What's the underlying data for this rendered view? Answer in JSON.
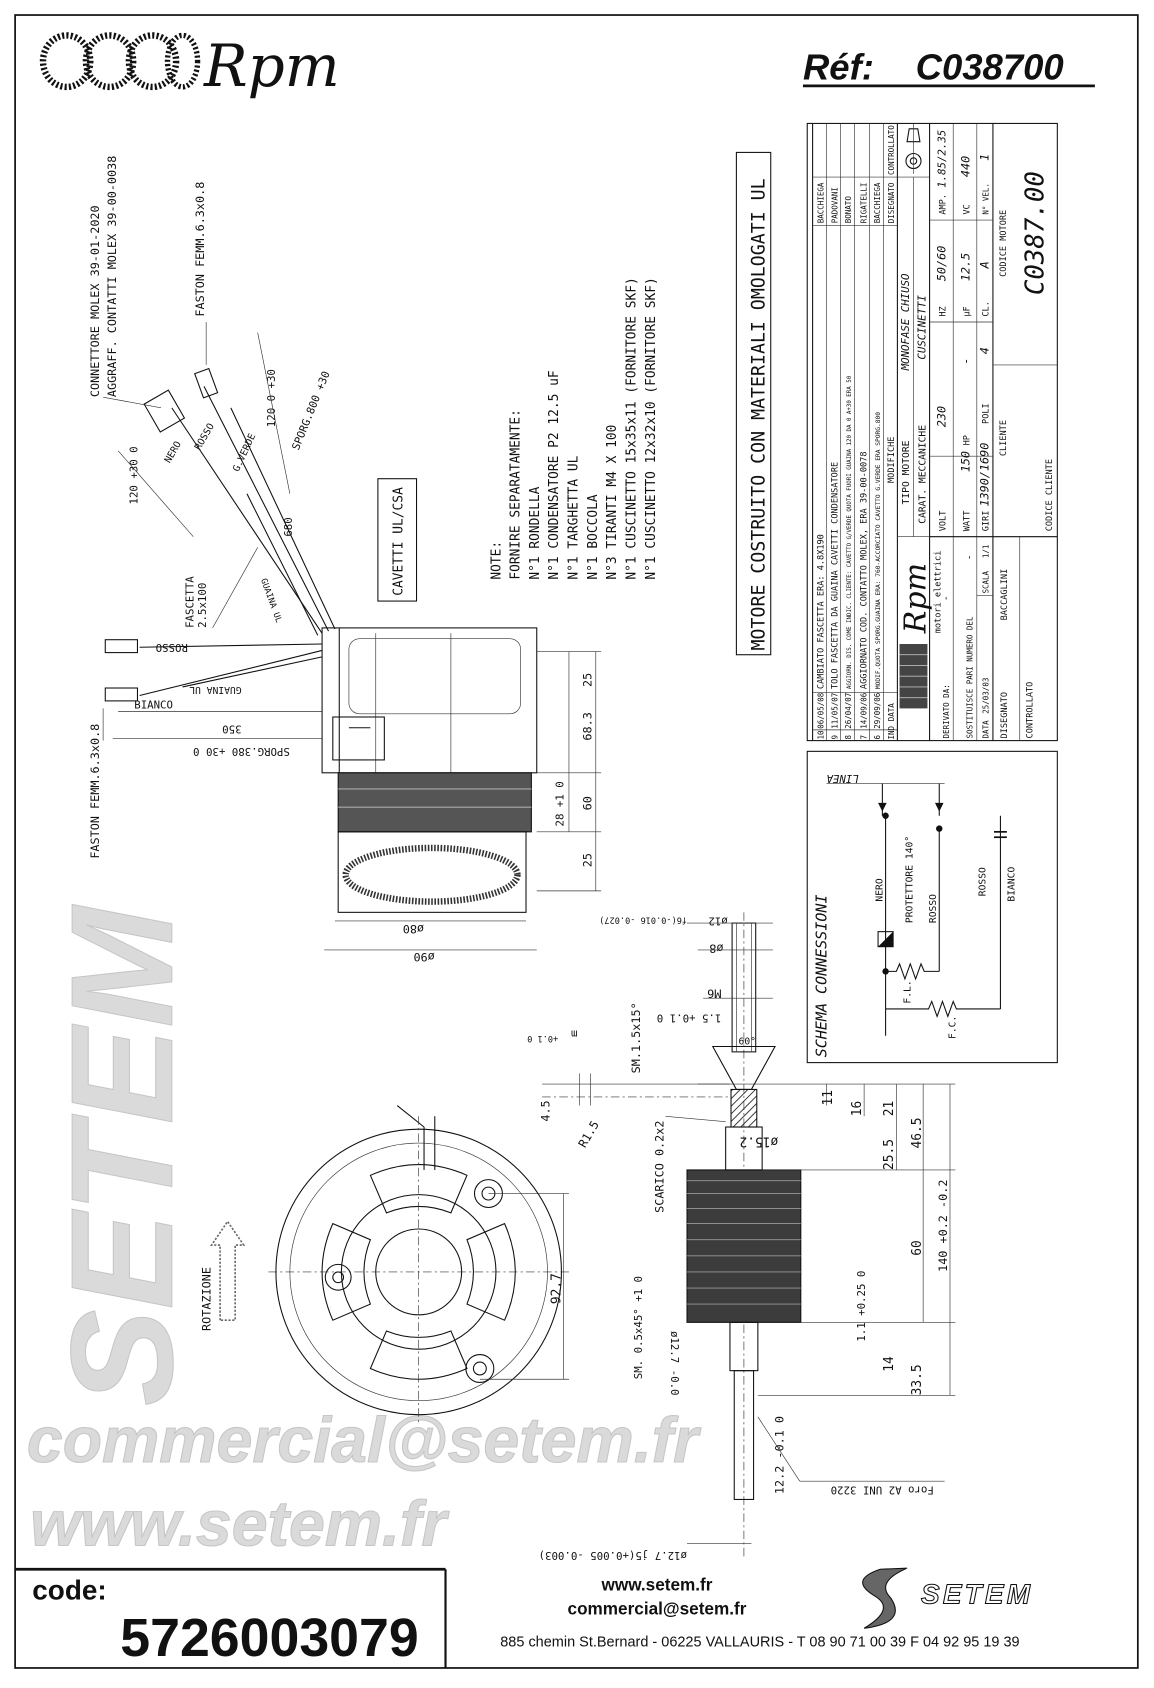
{
  "header": {
    "logo_text": "Rpm",
    "ref_label": "Réf:",
    "ref_code": "C038700"
  },
  "notice": "MOTORE COSTRUITO CON MATERIALI OMOLOGATI UL",
  "cable_box": "CAVETTI UL/CSA",
  "notes": {
    "title": "NOTE:",
    "subtitle": "FORNIRE SEPARATAMENTE:",
    "items": [
      "N°1 RONDELLA",
      "N°1 CONDENSATORE   P2 12.5 uF",
      "N°1 TARGHETTA   UL",
      "N°1 BOCCOLA",
      "N°3 TIRANTI M4 X 100",
      "N°1 CUSCINETTO 15x35x11 (FORNITORE SKF)",
      "N°1 CUSCINETTO 12x32x10 (FORNITORE SKF)"
    ]
  },
  "wiring_labels": {
    "connector": "CONNETTORE MOLEX 39-01-2020",
    "contacts": "AGGRAFF. CONTATTI MOLEX 39-00-0038",
    "faston_top": "FASTON FEMM.6.3x0.8",
    "faston_left": "FASTON FEMM.6.3x0.8",
    "nero": "NERO",
    "rosso": "ROSSO",
    "g_verde": "G.VERDE",
    "rosso2": "ROSSO",
    "bianco": "BIANCO",
    "guaina_ul": "GUAINA UL",
    "guaina_ul2": "GUAINA UL",
    "fascetta": "FASCETTA",
    "fascetta_size": "2.5x100",
    "sporg_800": "SPORG.800 +30",
    "sporg_380": "SPORG.380 +30 0",
    "d120a": "120 +30 0",
    "d120b": "120 0 +30",
    "d680": "680",
    "d350": "350"
  },
  "dimensions": {
    "d25a": "25",
    "d68_3": "68.3",
    "d60a": "60",
    "d28": "28 +1 0",
    "d25b": "25",
    "phi80": "ø80",
    "phi90": "ø90",
    "phi12": "ø12",
    "tol12": "f6(-0.016 -0.027)",
    "phi8": "ø8",
    "m6": "M6",
    "d1_5": "1.5 +0.1 0",
    "angle60": "60°",
    "sm15": "SM.1.5x15°",
    "m": "m",
    "tol_m": "+0.1 0",
    "d4_5": "4.5",
    "r1_5": "R1.5",
    "d11": "11",
    "d16": "16",
    "d21": "21",
    "d46_5": "46.5",
    "d25_5": "25.5",
    "phi15_2": "ø15.2",
    "scarico": "SCARICO 0.2x2",
    "d60b": "60",
    "d140": "140 +0.2 -0.2",
    "d33_5": "33.5",
    "d14": "14",
    "d1_1": "1.1 +0.25 0",
    "sm05": "SM. 0.5x45° +1 0",
    "phi12_7a": "ø12.7 -0.0",
    "d92_7": "92.7",
    "d12_2": "12.2 -0.1 0",
    "phi12_7b": "ø12.7 j5(+0.005 -0.003)",
    "foro": "Foro A2 UNI 3220",
    "rotazione": "ROTAZIONE"
  },
  "schema": {
    "title": "SCHEMA CONNESSIONI",
    "linea": "LINEA",
    "nero": "NERO",
    "protettore": "PROTETTORE 140°",
    "rosso1": "ROSSO",
    "rosso2": "ROSSO",
    "bianco": "BIANCO",
    "fl": "F.L.",
    "fc": "F.C."
  },
  "title_block": {
    "revisions": [
      {
        "ind": "10",
        "date": "06/05/08",
        "description": "CAMBIATO FASCETTA ERA: 4.8X190",
        "designer": "BACCHIEGA"
      },
      {
        "ind": "9",
        "date": "11/05/07",
        "description": "TOLO FASCETTA DA GUAINA CAVETTI CONDENSATORE",
        "designer": "PADOVANI"
      },
      {
        "ind": "8",
        "date": "26/04/07",
        "description": "AGGIORN. DIS. COME INDIC. CLIENTE: CAVETTO G/VERDE QUOTA FUORI GUAINA 120 DA 0 A+30 ERA 50",
        "designer": "BONATO"
      },
      {
        "ind": "7",
        "date": "14/09/06",
        "description": "AGGIORNATO COD. CONTATTO MOLEX, ERA 39-00-0078",
        "designer": "RIGATELLI"
      },
      {
        "ind": "6",
        "date": "29/09/06",
        "description": "MODIF.QUOTA SPORG.GUAINA ERA: 760-ACCORCIATO CAVETTO G.VERDE ERA SPORG.800",
        "designer": "BACCHIEGA"
      }
    ],
    "hdr_ind": "IND",
    "hdr_date": "DATA",
    "hdr_mod": "MODIFICHE",
    "hdr_drawn": "DISEGNATO",
    "hdr_checked": "CONTROLLATO",
    "logo_text": "Rpm",
    "logo_sub": "motori elettrici",
    "tipo_label": "TIPO MOTORE",
    "tipo_value": "MONOFASE CHIUSO",
    "carat_label": "CARAT. MECCANICHE",
    "carat_value": "CUSCINETTI",
    "volt_label": "VOLT",
    "volt": "230",
    "hz_label": "HZ",
    "hz": "50/60",
    "amp_label": "AMP.",
    "amp": "1.85/2.35",
    "watt_label": "WATT",
    "watt": "150",
    "hp_label": "HP",
    "hp": "-",
    "uf_label": "µF",
    "uf": "12.5",
    "vc_label": "VC",
    "vc": "440",
    "giri_label": "GIRI",
    "giri": "1390/1690",
    "poli_label": "POLI",
    "poli": "4",
    "cl_label": "CL.",
    "cl": "A",
    "vel_label": "N° VEL.",
    "vel": "1",
    "derivato_label": "DERIVATO DA:",
    "derivato": "-",
    "sostituisce_label": "SOSTITUISCE PARI NUMERO DEL",
    "sostituisce": "-",
    "data_label": "DATA",
    "data": "25/03/03",
    "scala_label": "SCALA",
    "scala": "1/1",
    "disegnato_label": "DISEGNATO",
    "disegnato": "BACCAGLINI",
    "controllato_label": "CONTROLLATO",
    "cliente_label": "CLIENTE",
    "codice_cliente_label": "CODICE CLIENTE",
    "codice_motore_label": "CODICE MOTORE",
    "codice_motore": "C0387.00"
  },
  "watermark": {
    "line1": "www.setem.fr",
    "line2": "SETEM",
    "line3": "commercial@setem.fr"
  },
  "footer": {
    "code_label": "code:",
    "code": "5726003079",
    "website": "www.setem.fr",
    "email": "commercial@setem.fr",
    "brand": "SETEM",
    "address": "885 chemin St.Bernard  -  06225 VALLAURIS  -  T 08 90 71 00 39   F 04 92 95 19 39"
  }
}
